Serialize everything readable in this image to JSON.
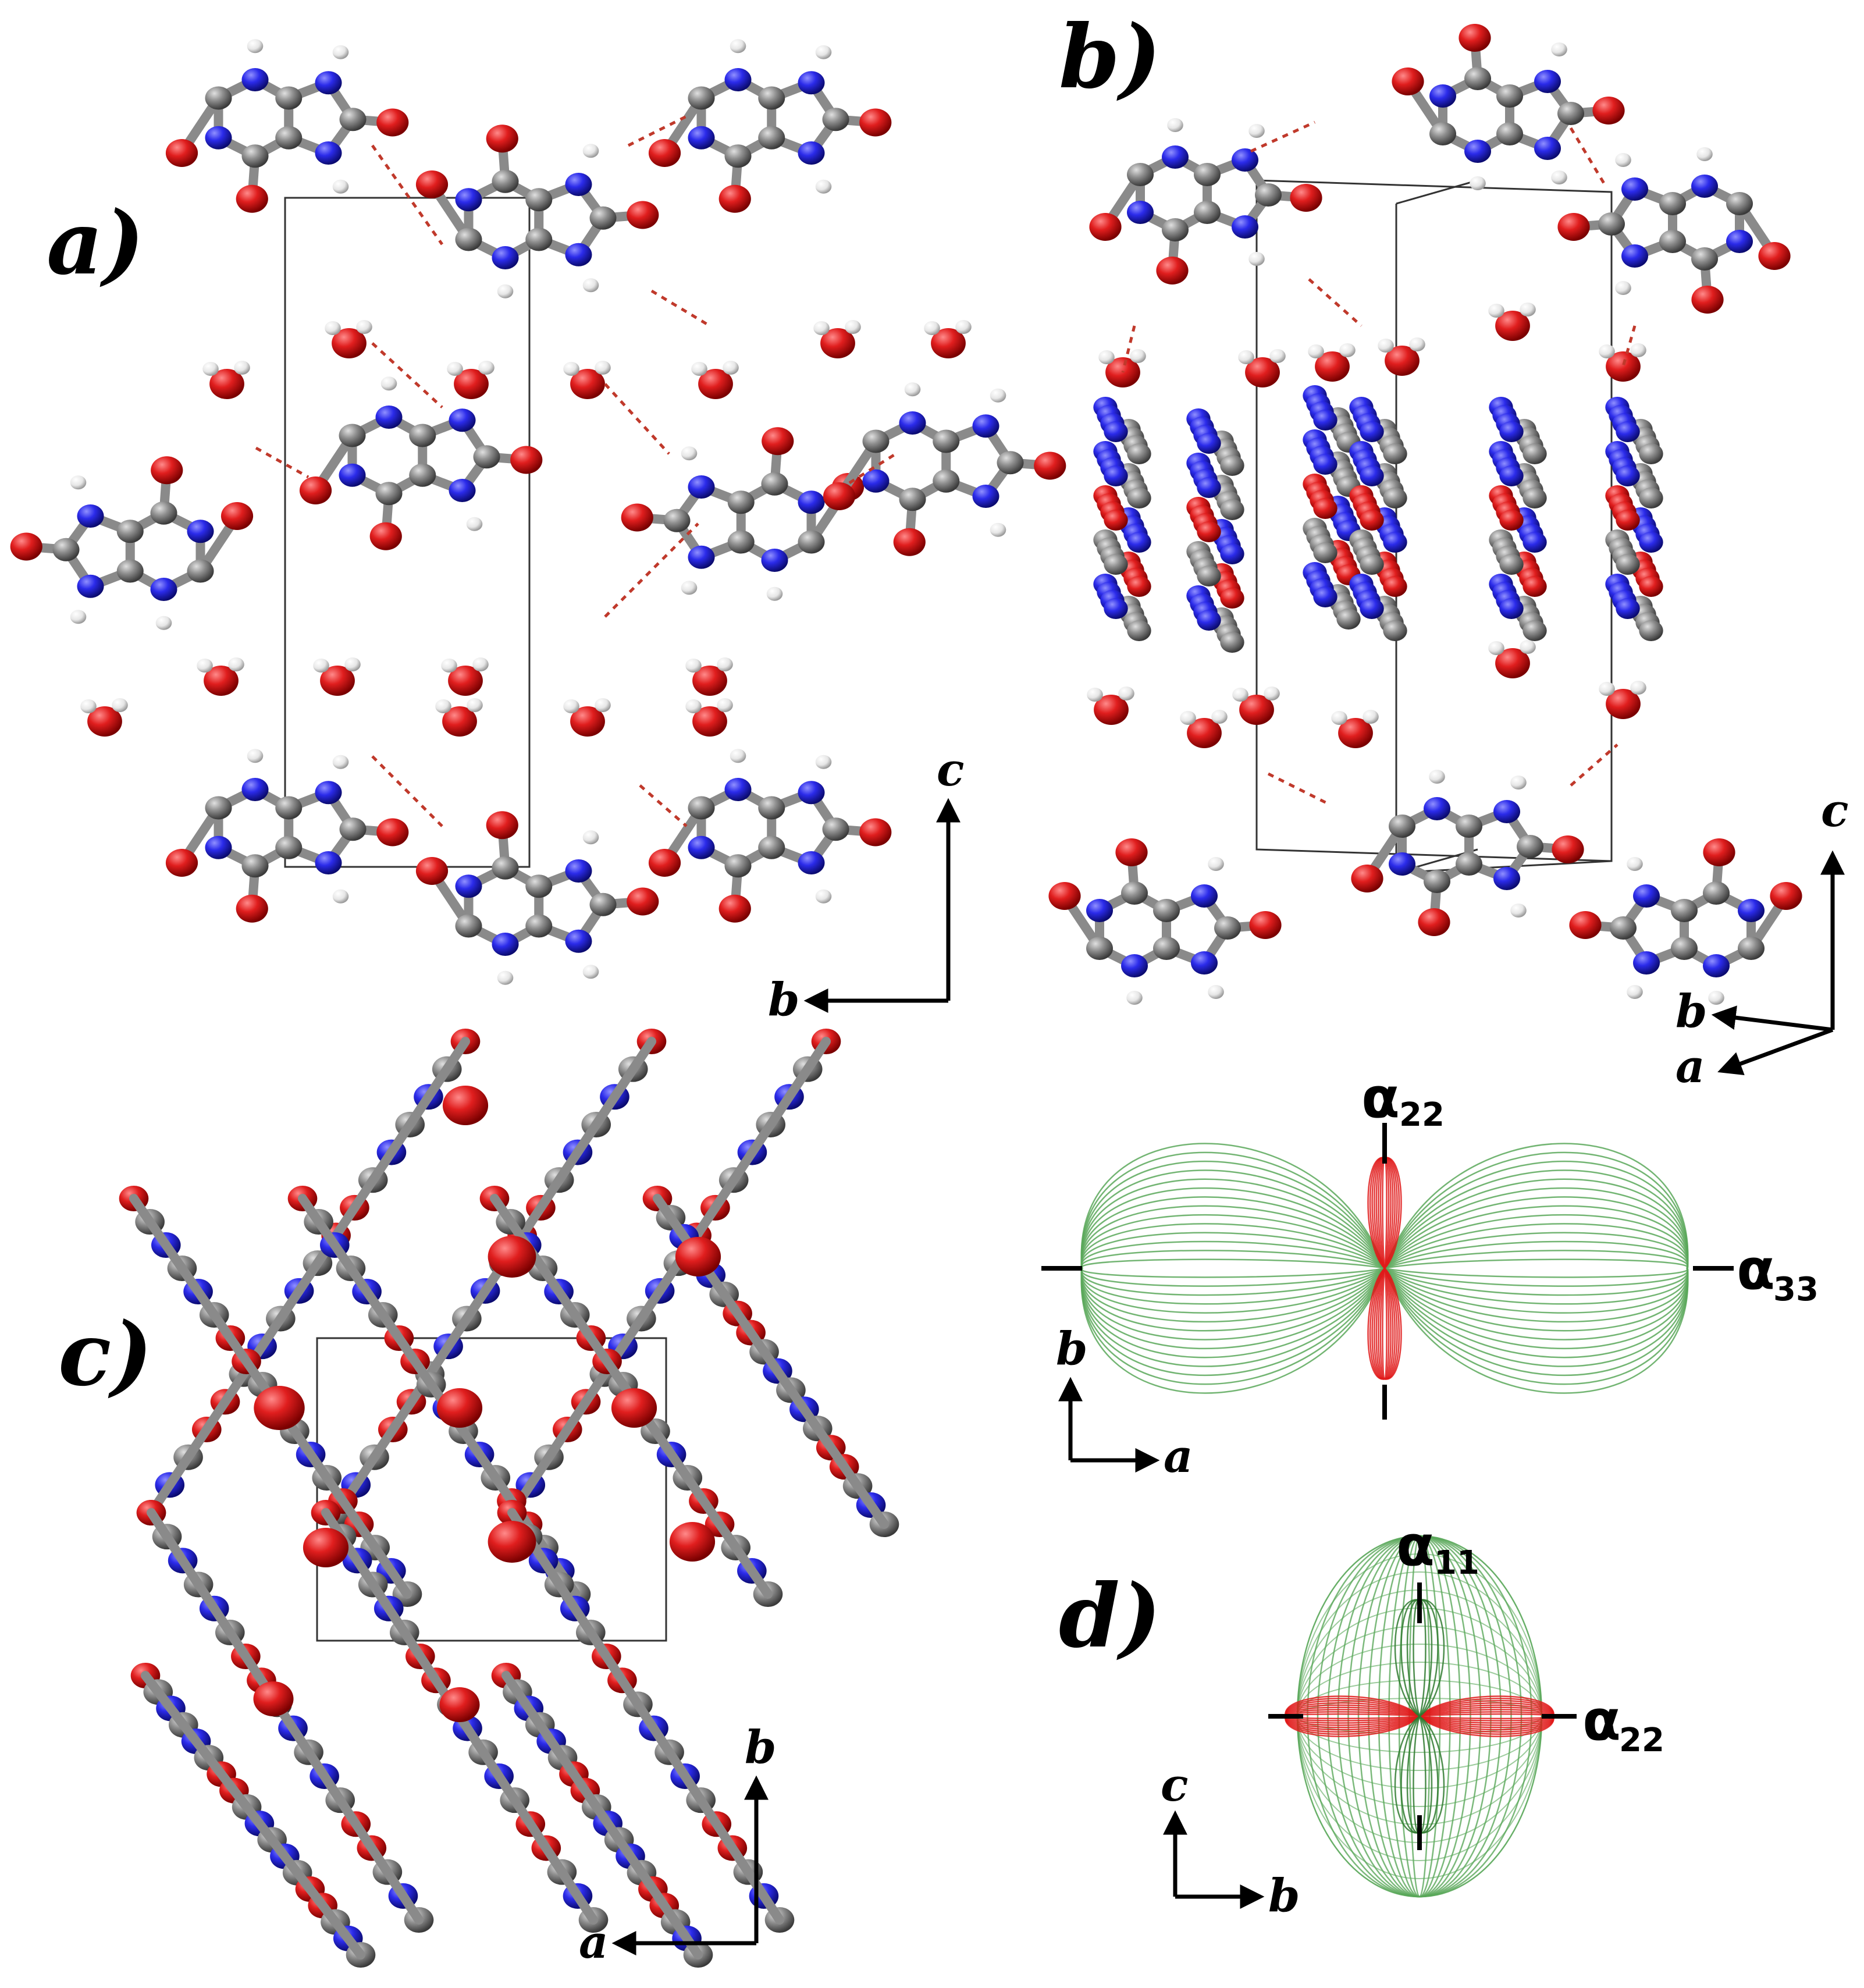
{
  "panels": {
    "a": {
      "label": "a)",
      "axes": {
        "vertical": "c",
        "horizontal": "b"
      }
    },
    "b": {
      "label": "b)",
      "axes": {
        "vertical": "c",
        "diag1": "b",
        "diag2": "a"
      }
    },
    "c": {
      "label": "c)",
      "axes": {
        "vertical": "b",
        "horizontal": "a"
      }
    },
    "d": {
      "label": "d)",
      "upper": {
        "axes": {
          "vertical": "b",
          "horizontal": "a"
        },
        "alpha_top": {
          "symbol": "α",
          "sub": "22"
        },
        "alpha_right": {
          "symbol": "α",
          "sub": "33"
        }
      },
      "lower": {
        "axes": {
          "vertical": "c",
          "horizontal": "b"
        },
        "alpha_top": {
          "symbol": "α",
          "sub": "11"
        },
        "alpha_right": {
          "symbol": "α",
          "sub": "22"
        }
      }
    }
  },
  "colors": {
    "oxygen": "#d62020",
    "nitrogen": "#2a2ae0",
    "carbon": "#8c8c8c",
    "hydrogen": "#e8e8e8",
    "hbond": "#c0392b",
    "polar_green": "#5aa85a",
    "polar_red": "#e01a1a"
  }
}
